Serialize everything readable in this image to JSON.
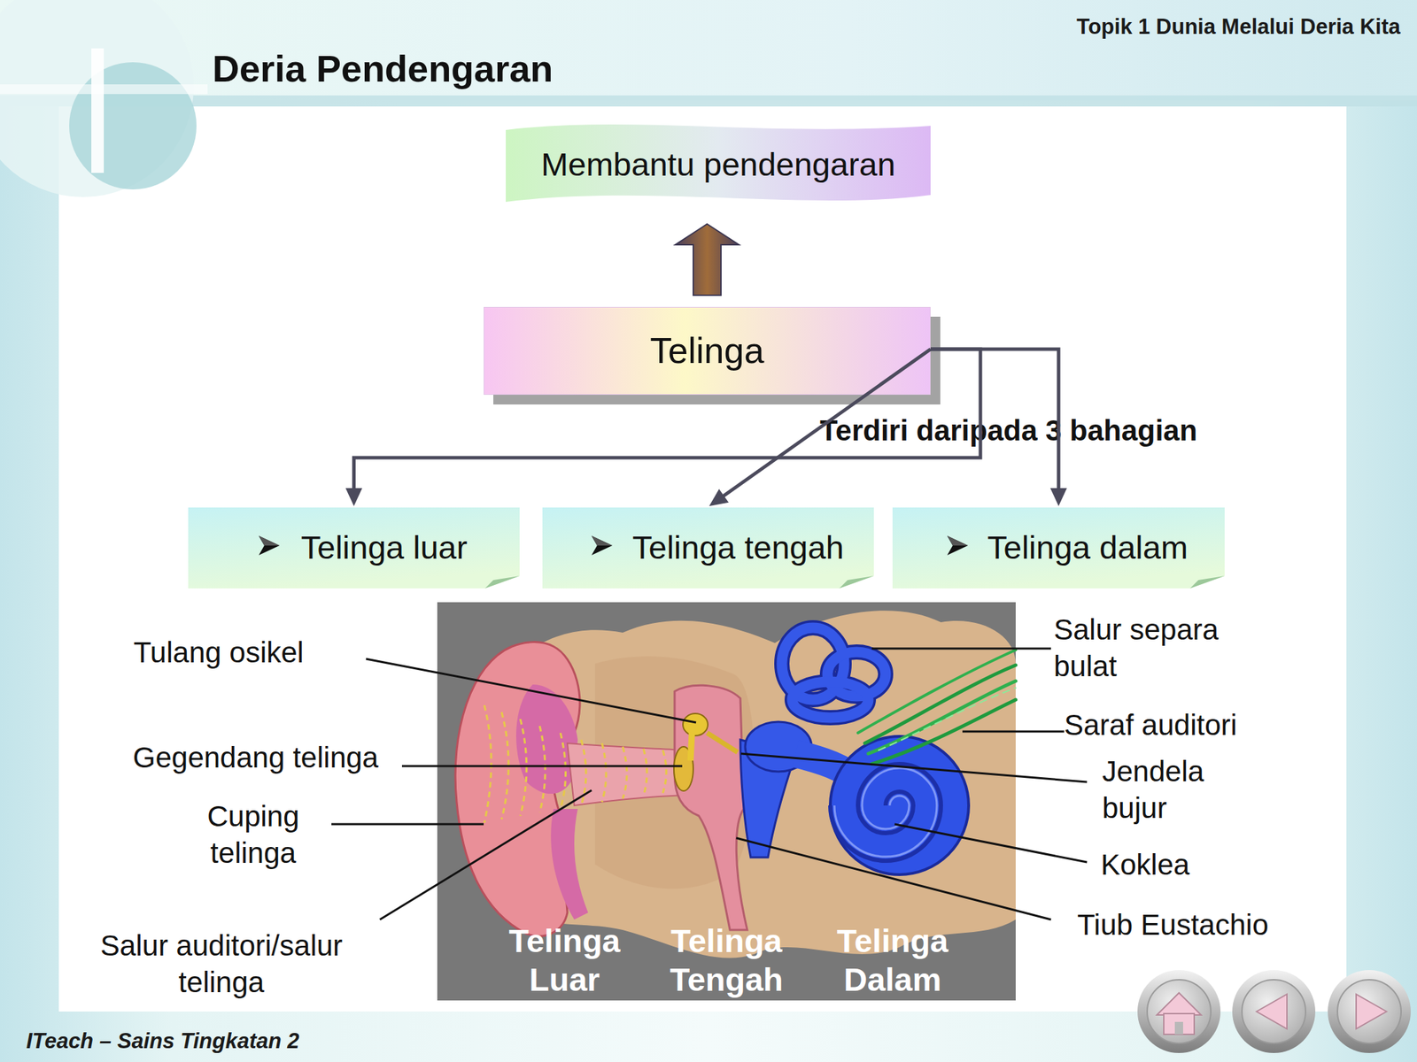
{
  "diagram": {
    "title": "Deria Pendengaran",
    "nodes": [
      {
        "text": [
          "Membantu pendengaran"
        ]
      },
      {
        "text": [
          "Telinga"
        ]
      },
      {
        "text": [
          "Telinga luar"
        ]
      },
      {
        "text": [
          "Telinga tengah"
        ]
      },
      {
        "text": [
          "Telinga dalam"
        ]
      }
    ],
    "edges": [
      {
        "from": 1,
        "to": 0,
        "arrow": "to"
      },
      {
        "from": 1,
        "to": 2,
        "arrow": "to"
      },
      {
        "from": 1,
        "to": 3,
        "arrow": "to",
        "label": "Terdiri daripada 3 bahagian"
      },
      {
        "from": 1,
        "to": 4,
        "arrow": "to"
      }
    ],
    "labels": [
      "Topik 1 Dunia Melalui Deria Kita",
      "Tulang osikel",
      "Gegendang telinga",
      "Cuping telinga",
      "Salur auditori/salur telinga",
      "Salur separa bulat",
      "Saraf auditori",
      "Jendela bujur",
      "Koklea",
      "Tiub Eustachio",
      "Telinga Luar",
      "Telinga Tengah",
      "Telinga Dalam",
      "ITeach – Sains Tingkatan 2"
    ]
  }
}
